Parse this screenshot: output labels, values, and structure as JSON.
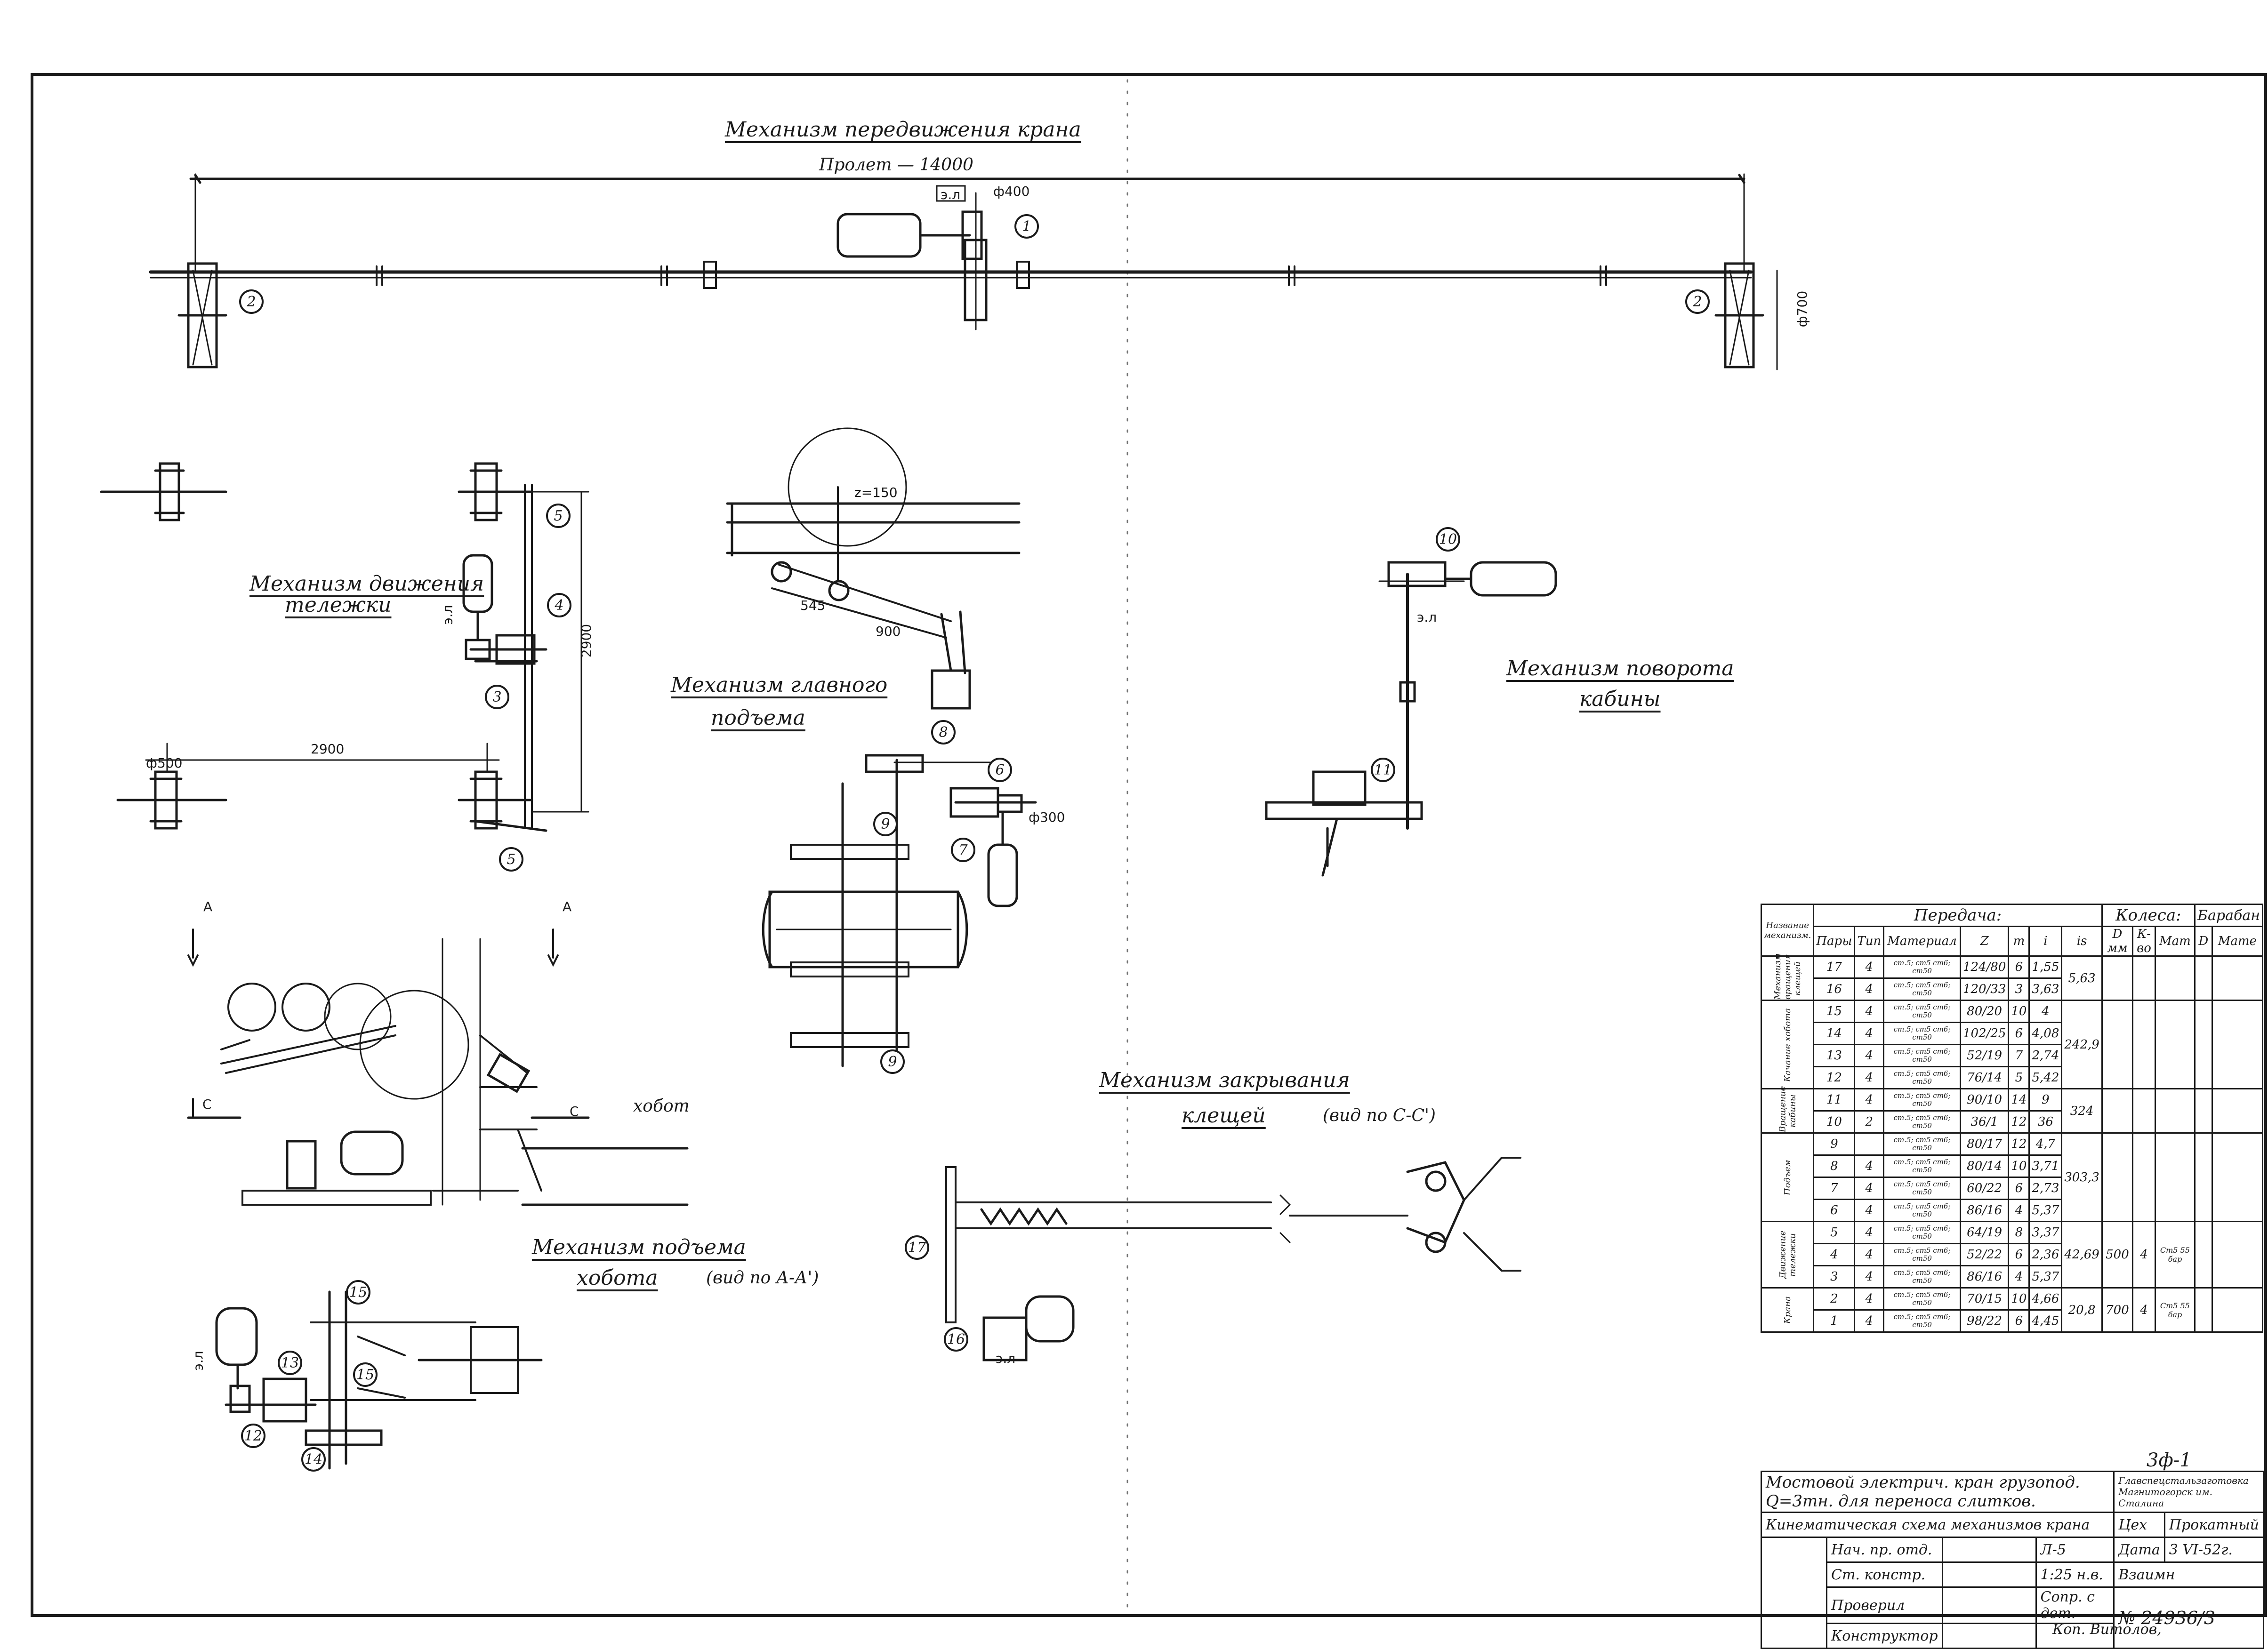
{
  "titles": {
    "crane_travel": "Механизм передвижения крана",
    "span": "Пролет — 14000",
    "trolley": [
      "Механизм движения",
      "тележки"
    ],
    "main_hoist": [
      "Механизм главного",
      "подъема"
    ],
    "cabin_rotation": [
      "Механизм поворота",
      "кабины"
    ],
    "tongs_closing": [
      "Механизм закрывания",
      "клещей"
    ],
    "tongs_view": "(вид по С-С')",
    "boom_hoist": [
      "Механизм подъема",
      "хобота"
    ],
    "boom_view": "(вид по А-А')",
    "boom": "хобот"
  },
  "dimensions": {
    "d400": "ф400",
    "d700": "ф700",
    "d500": "ф500",
    "d300": "ф300",
    "v2900_vertical": "2900",
    "h2900": "2900",
    "z150": "z=150",
    "l545": "545",
    "l900": "900",
    "el": "э.л",
    "section_a": "А",
    "section_c": "С"
  },
  "balloons": [
    "1",
    "2",
    "2",
    "3",
    "4",
    "5",
    "5",
    "6",
    "7",
    "8",
    "9",
    "9",
    "10",
    "11",
    "12",
    "13",
    "14",
    "15",
    "15",
    "16",
    "17"
  ],
  "spec_table": {
    "headers": {
      "mech": "Название механизм.",
      "transmission": "Передача:",
      "wheels": "Колеса:",
      "drum": "Барабан",
      "pair": "Пары",
      "type": "Тип",
      "material": "Материал",
      "z": "Z",
      "m": "m",
      "i": "i",
      "is": "is",
      "d_wheel": "D мм",
      "count": "К-во",
      "mat": "Мат",
      "d_drum": "D",
      "mat2": "Мате"
    },
    "groups": [
      {
        "name": "Механизм вращения клещей",
        "is": "5,63",
        "rows": [
          {
            "pair": "17",
            "type": "4",
            "mat": "ст.5; ст5 ст6; ст50",
            "z": "124/80",
            "m": "6",
            "i": "1,55"
          },
          {
            "pair": "16",
            "type": "4",
            "mat": "ст.5; ст5 ст6; ст50",
            "z": "120/33",
            "m": "3",
            "i": "3,63"
          }
        ]
      },
      {
        "name": "Качание хобота",
        "is": "242,9",
        "rows": [
          {
            "pair": "15",
            "type": "4",
            "mat": "ст.5; ст5 ст6; ст50",
            "z": "80/20",
            "m": "10",
            "i": "4"
          },
          {
            "pair": "14",
            "type": "4",
            "mat": "ст.5; ст5 ст6; ст50",
            "z": "102/25",
            "m": "6",
            "i": "4,08"
          },
          {
            "pair": "13",
            "type": "4",
            "mat": "ст.5; ст5 ст6; ст50",
            "z": "52/19",
            "m": "7",
            "i": "2,74"
          },
          {
            "pair": "12",
            "type": "4",
            "mat": "ст.5; ст5 ст6; ст50",
            "z": "76/14",
            "m": "5",
            "i": "5,42"
          }
        ]
      },
      {
        "name": "Вращение кабины",
        "is": "324",
        "rows": [
          {
            "pair": "11",
            "type": "4",
            "mat": "ст.5; ст5 ст6; ст50",
            "z": "90/10",
            "m": "14",
            "i": "9"
          },
          {
            "pair": "10",
            "type": "2",
            "mat": "ст.5; ст5 ст6; ст50",
            "z": "36/1",
            "m": "12",
            "i": "36"
          }
        ]
      },
      {
        "name": "Подъем",
        "is": "303,3",
        "rows": [
          {
            "pair": "9",
            "type": "",
            "mat": "ст.5; ст5 ст6; ст50",
            "z": "80/17",
            "m": "12",
            "i": "4,7"
          },
          {
            "pair": "8",
            "type": "4",
            "mat": "ст.5; ст5 ст6; ст50",
            "z": "80/14",
            "m": "10",
            "i": "3,71"
          },
          {
            "pair": "7",
            "type": "4",
            "mat": "ст.5; ст5 ст6; ст50",
            "z": "60/22",
            "m": "6",
            "i": "2,73"
          },
          {
            "pair": "6",
            "type": "4",
            "mat": "ст.5; ст5 ст6; ст50",
            "z": "86/16",
            "m": "4",
            "i": "5,37"
          }
        ]
      },
      {
        "name": "Движение тележки",
        "is": "42,69",
        "wheel_d": "500",
        "wheel_n": "4",
        "wheel_mat": "Ст5 55 бар",
        "rows": [
          {
            "pair": "5",
            "type": "4",
            "mat": "ст.5; ст5 ст6; ст50",
            "z": "64/19",
            "m": "8",
            "i": "3,37"
          },
          {
            "pair": "4",
            "type": "4",
            "mat": "ст.5; ст5 ст6; ст50",
            "z": "52/22",
            "m": "6",
            "i": "2,36"
          },
          {
            "pair": "3",
            "type": "4",
            "mat": "ст.5; ст5 ст6; ст50",
            "z": "86/16",
            "m": "4",
            "i": "5,37"
          }
        ]
      },
      {
        "name": "Крана",
        "is": "20,8",
        "wheel_d": "700",
        "wheel_n": "4",
        "wheel_mat": "Ст5 55 бар",
        "rows": [
          {
            "pair": "2",
            "type": "4",
            "mat": "ст.5; ст5 ст6; ст50",
            "z": "70/15",
            "m": "10",
            "i": "4,66"
          },
          {
            "pair": "1",
            "type": "4",
            "mat": "ст.5; ст5 ст6; ст50",
            "z": "98/22",
            "m": "6",
            "i": "4,45"
          }
        ]
      }
    ]
  },
  "title_block": {
    "corner_tag": "3ф-1",
    "name_line1": "Мостовой электрич. кран грузопод.",
    "name_line2": "Q=3тн. для переноса слитков.",
    "org": "Главспецстальзаготовка Магнитогорск им. Сталина",
    "drawing": "Кинематическая схема механизмов крана",
    "dept": "Цех",
    "dept_value": "Прокатный",
    "roles": [
      "Нач. пр. отд.",
      "Ст. констр.",
      "Проверил",
      "Конструктор"
    ],
    "sheet": "Л-5",
    "scale": "1:25 н.в.",
    "cross": "Сопр. с дет.",
    "date_label": "Дата",
    "date": "3 VI-52г.",
    "author": "Взаимн",
    "number": "№ 24936/3",
    "copied": "Коп. Витолов,"
  }
}
